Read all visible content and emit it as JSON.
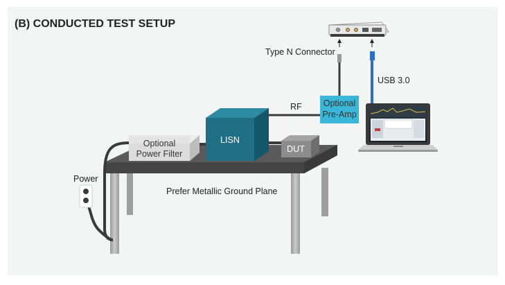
{
  "title": "(B) CONDUCTED TEST SETUP",
  "labels": {
    "type_n_connector": "Type N Connector",
    "usb": "USB 3.0",
    "rf": "RF",
    "preamp_line1": "Optional",
    "preamp_line2": "Pre-Amp",
    "lisn": "LISN",
    "filter_line1": "Optional",
    "filter_line2": "Power Filter",
    "dut": "DUT",
    "power": "Power",
    "ground_plane": "Prefer Metallic Ground Plane"
  },
  "colors": {
    "background": "#f3f4f4",
    "lisn": "#1f6f86",
    "preamp": "#3ab6d8",
    "usb_cable": "#2a6fc9",
    "table_top": "#4b4b4b",
    "legs": "#b3b3b3",
    "dut": "#8c8c8c",
    "filter": "#dcdcdc"
  },
  "icons": {
    "analyzer": "usb-spectrum-analyzer-icon",
    "laptop": "laptop-icon",
    "outlet": "power-outlet-icon"
  }
}
